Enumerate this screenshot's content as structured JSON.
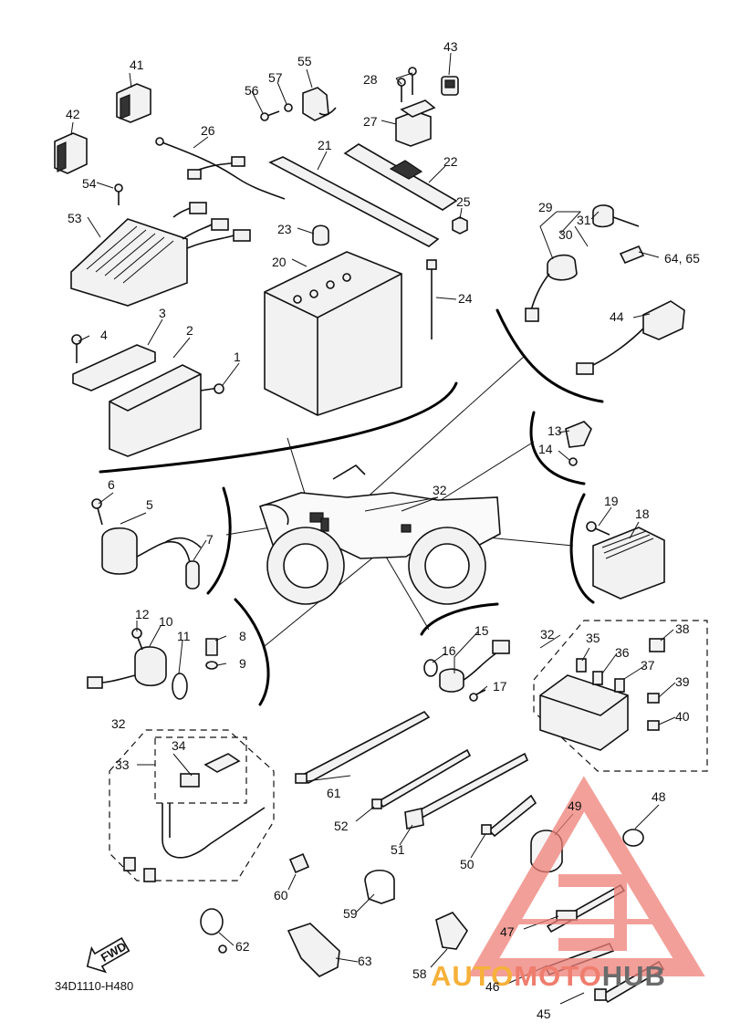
{
  "diagram": {
    "drawing_code": "34D1110-H480",
    "fwd_label": "FWD",
    "callouts": [
      "1",
      "2",
      "3",
      "4",
      "5",
      "6",
      "7",
      "8",
      "9",
      "10",
      "11",
      "12",
      "13",
      "14",
      "15",
      "16",
      "17",
      "18",
      "19",
      "20",
      "21",
      "22",
      "23",
      "24",
      "25",
      "26",
      "27",
      "28",
      "29",
      "30",
      "31",
      "32",
      "33",
      "34",
      "35",
      "36",
      "37",
      "38",
      "39",
      "40",
      "41",
      "42",
      "43",
      "44",
      "45",
      "46",
      "47",
      "48",
      "49",
      "50",
      "51",
      "52",
      "53",
      "54",
      "55",
      "56",
      "57",
      "58",
      "59",
      "60",
      "61",
      "62",
      "63",
      "64, 65"
    ],
    "watermark": {
      "word_part1": "AUTO",
      "word_part2": "MOTO",
      "word_part3": "HUB",
      "colors": {
        "auto": "#f6b13a",
        "moto": "#ef7d6e",
        "hub": "#6b6b6b",
        "triangle": "#f08078"
      }
    }
  }
}
